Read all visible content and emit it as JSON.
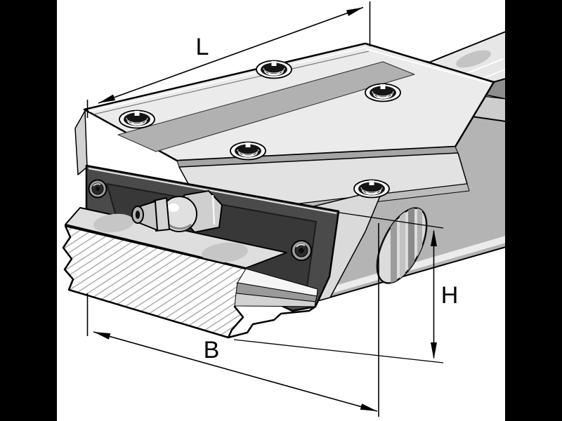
{
  "figure": {
    "kind": "technical-illustration",
    "subject": "linear-ball-bearing-carriage-on-guideway-rail",
    "dimension_labels": {
      "length": "L",
      "width": "B",
      "height": "H"
    },
    "colors": {
      "background": "#ffffff",
      "letterbox": "#000000",
      "outline": "#000000",
      "carriage_top": "#ebebeb",
      "carriage_recess_band": "#b1b1b1",
      "end_cap": "#4a4a4a",
      "rail_side": "#b4b4b4",
      "rail_top": "#e7e7e7",
      "hatch_line": "#a0a0a0"
    }
  }
}
